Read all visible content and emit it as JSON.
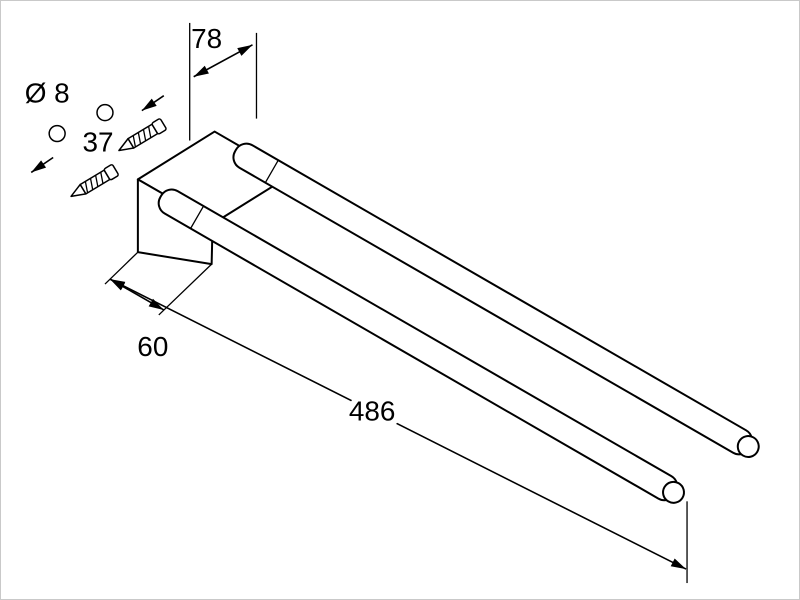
{
  "canvas": {
    "background_color": "#ffffff",
    "line_color": "#000000",
    "border_color": "#c9c9c9"
  },
  "drawing": {
    "subject": "double-swivel-towel-bar-technical-drawing",
    "dims": {
      "hole_diameter_label": "Ø 8",
      "hole_spacing_label": "37",
      "bracket_width_label": "78",
      "bracket_depth_label": "60",
      "arm_length_label": "486"
    }
  }
}
